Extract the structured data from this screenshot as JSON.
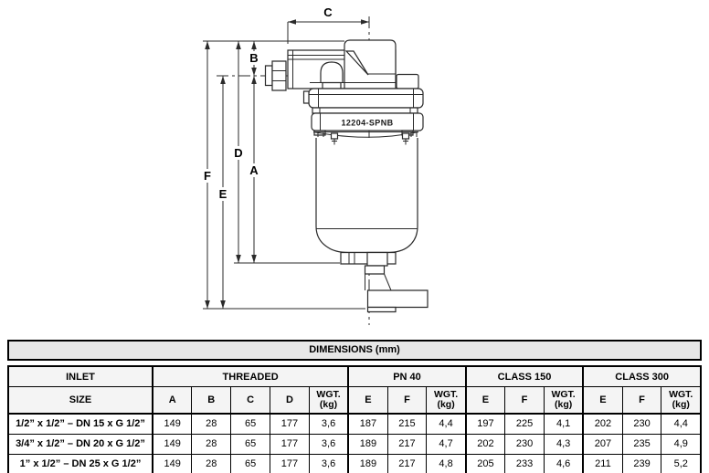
{
  "diagram": {
    "labels": {
      "A": "A",
      "B": "B",
      "C": "C",
      "D": "D",
      "E": "E",
      "F": "F"
    },
    "device_marking": "12204-SPNB"
  },
  "table": {
    "title": "DIMENSIONS (mm)",
    "group_headers": [
      "INLET",
      "THREADED",
      "PN 40",
      "CLASS 150",
      "CLASS 300"
    ],
    "col_headers": {
      "size": "SIZE",
      "a": "A",
      "b": "B",
      "c": "C",
      "d": "D",
      "e": "E",
      "f": "F",
      "wgt": "WGT.",
      "kg": "(kg)"
    },
    "rows": [
      {
        "size": "1/2” x 1/2” – DN 15 x G 1/2”",
        "values": [
          "149",
          "28",
          "65",
          "177",
          "3,6",
          "187",
          "215",
          "4,4",
          "197",
          "225",
          "4,1",
          "202",
          "230",
          "4,4"
        ]
      },
      {
        "size": "3/4” x 1/2” – DN 20 x G 1/2”",
        "values": [
          "149",
          "28",
          "65",
          "177",
          "3,6",
          "189",
          "217",
          "4,7",
          "202",
          "230",
          "4,3",
          "207",
          "235",
          "4,9"
        ]
      },
      {
        "size": "1” x 1/2” – DN 25 x G 1/2”",
        "values": [
          "149",
          "28",
          "65",
          "177",
          "3,6",
          "189",
          "217",
          "4,8",
          "205",
          "233",
          "4,6",
          "211",
          "239",
          "5,2"
        ]
      }
    ]
  }
}
